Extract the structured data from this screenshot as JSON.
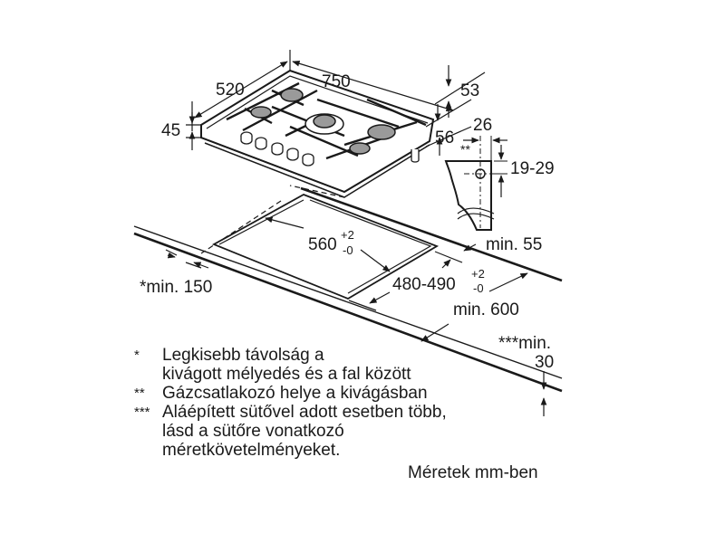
{
  "diagram": {
    "type": "gas hob installation dimensions",
    "hob_dimensions": {
      "width": "750",
      "depth": "520",
      "height": "45",
      "front_offset": "53",
      "side_offset": "56"
    },
    "gas_connection": {
      "marker": "**",
      "horizontal": "26",
      "vertical": "19-29"
    },
    "cutout": {
      "width_label": "560",
      "width_tol_plus": "+2",
      "width_tol_minus": "-0",
      "depth_label": "480-490",
      "depth_tol_plus": "+2",
      "depth_tol_minus": "-0"
    },
    "clearances": {
      "back": "min. 55",
      "side": "*min. 150",
      "worktop_depth": "min. 600",
      "below_line1": "***min.",
      "below_line2": "30"
    },
    "legend": [
      {
        "mark": "*",
        "lines": [
          "Legkisebb távolság a",
          "kivágott mélyedés és a fal között"
        ]
      },
      {
        "mark": "**",
        "lines": [
          "Gázcsatlakozó helye a kivágásban"
        ]
      },
      {
        "mark": "***",
        "lines": [
          "Aláépített sütővel adott esetben több,",
          "lásd a sütőre vonatkozó",
          "méretkövetelményeket."
        ]
      }
    ],
    "units_note": "Méretek mm-ben",
    "colors": {
      "line": "#1a1a1a",
      "burner": "#9a9a9a",
      "background": "#ffffff"
    }
  }
}
